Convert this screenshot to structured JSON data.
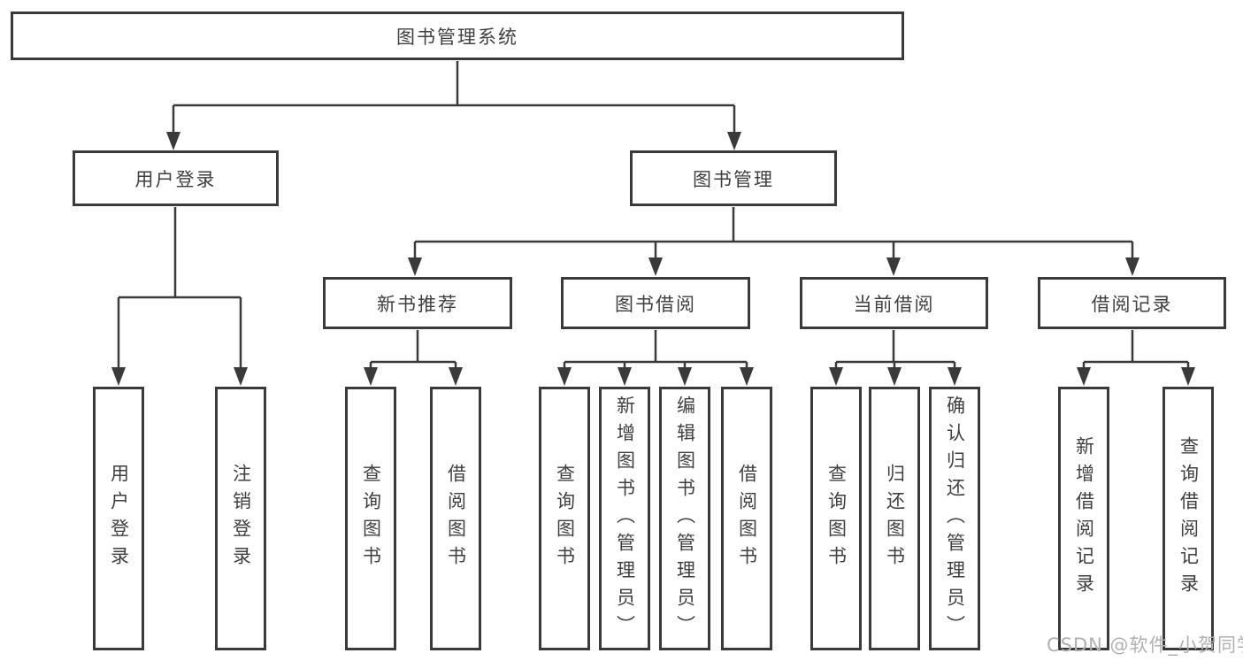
{
  "diagram": {
    "root": {
      "label": "图书管理系统",
      "children": [
        {
          "label": "用户登录",
          "children": [
            {
              "label": "用户登录"
            },
            {
              "label": "注销登录"
            }
          ]
        },
        {
          "label": "图书管理",
          "children": [
            {
              "label": "新书推荐",
              "children": [
                {
                  "label": "查询图书"
                },
                {
                  "label": "借阅图书"
                }
              ]
            },
            {
              "label": "图书借阅",
              "children": [
                {
                  "label": "查询图书"
                },
                {
                  "label": "新增图书（管理员）"
                },
                {
                  "label": "编辑图书（管理员）"
                },
                {
                  "label": "借阅图书"
                }
              ]
            },
            {
              "label": "当前借阅",
              "children": [
                {
                  "label": "查询图书"
                },
                {
                  "label": "归还图书"
                },
                {
                  "label": "确认归还（管理员）"
                }
              ]
            },
            {
              "label": "借阅记录",
              "children": [
                {
                  "label": "新增借阅记录"
                },
                {
                  "label": "查询借阅记录"
                }
              ]
            }
          ]
        }
      ]
    }
  },
  "watermark": {
    "text": "CSDN @软件_小贺同学",
    "color": "#b0b0b0"
  },
  "colors": {
    "line": "#3a3a3a",
    "box_border": "#3a3a3a",
    "box_fill": "#ffffff",
    "text": "#3f3f3f",
    "background": "#ffffff"
  }
}
